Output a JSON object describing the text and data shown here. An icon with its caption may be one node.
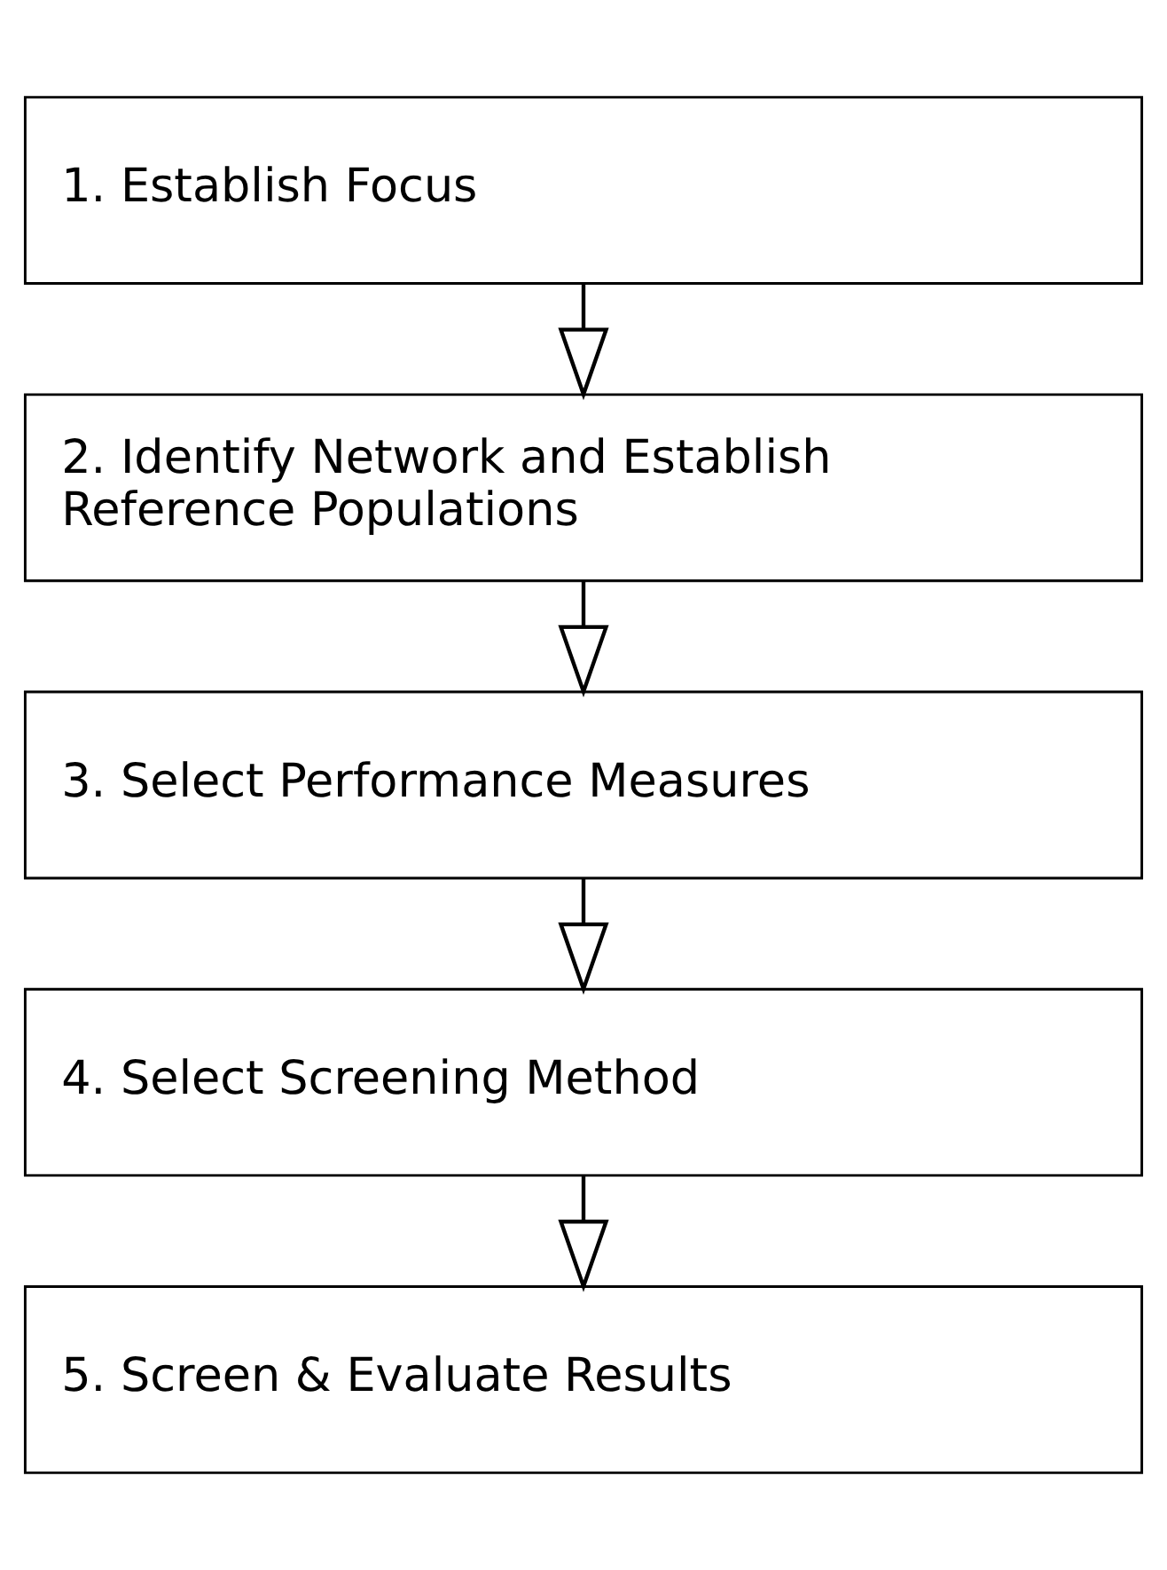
{
  "diagram": {
    "nodes": [
      {
        "text": [
          "1. Establish Focus"
        ]
      },
      {
        "text": [
          "2. Identify Network and Establish Reference Populations"
        ]
      },
      {
        "text": [
          "3. Select Performance Measures"
        ]
      },
      {
        "text": [
          "4. Select Screening Method"
        ]
      },
      {
        "text": [
          "5. Screen & Evaluate Results"
        ]
      }
    ],
    "edges": [
      {
        "from": 0,
        "to": 1,
        "arrow": "to"
      },
      {
        "from": 1,
        "to": 2,
        "arrow": "to"
      },
      {
        "from": 2,
        "to": 3,
        "arrow": "to"
      },
      {
        "from": 3,
        "to": 4,
        "arrow": "to"
      }
    ]
  }
}
